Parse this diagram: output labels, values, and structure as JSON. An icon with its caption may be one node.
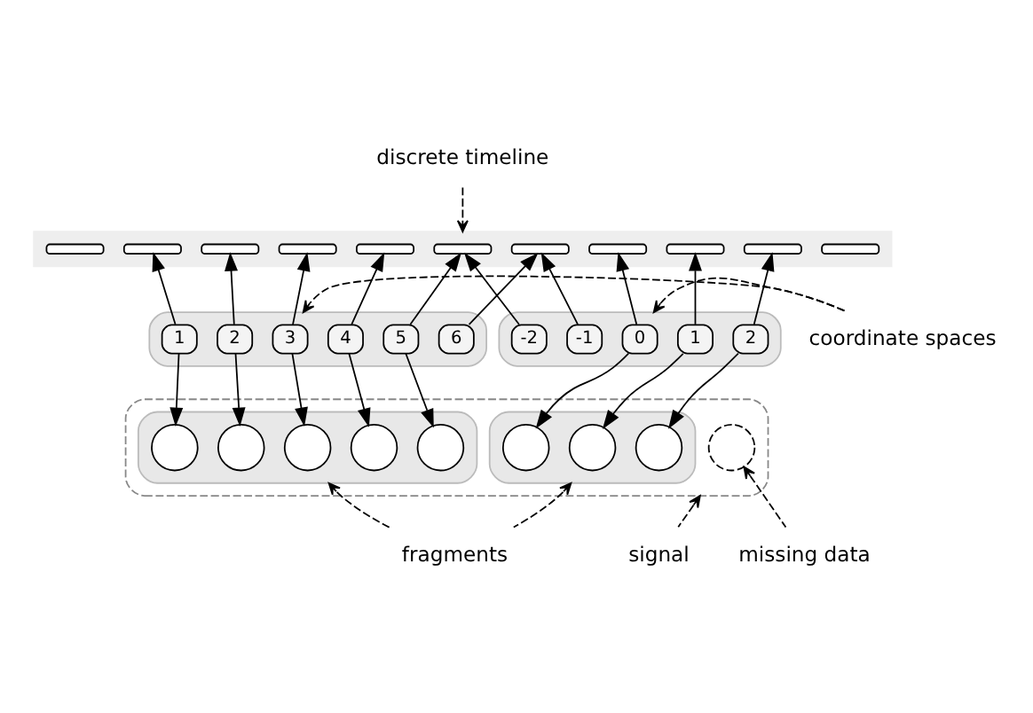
{
  "diagram": {
    "nodes": [
      {
        "text": [],
        "shape": "bar"
      },
      {
        "text": [],
        "shape": "bar",
        "in": 0
      },
      {
        "text": [],
        "shape": "bar",
        "in": 0
      },
      {
        "text": [],
        "shape": "bar",
        "in": 0
      },
      {
        "text": [],
        "shape": "bar",
        "in": 0
      },
      {
        "text": [],
        "shape": "bar",
        "in": 0
      },
      {
        "text": [],
        "shape": "bar",
        "in": 0
      },
      {
        "text": [],
        "shape": "bar",
        "in": 0
      },
      {
        "text": [],
        "shape": "bar",
        "in": 0
      },
      {
        "text": [],
        "shape": "bar",
        "in": 0
      },
      {
        "text": [],
        "shape": "bar",
        "in": 0
      },
      {
        "text": [],
        "shape": "bar",
        "in": 0
      },
      {
        "text": [],
        "shape": "box"
      },
      {
        "text": [
          "-2"
        ],
        "in": 12
      },
      {
        "text": [
          "-1"
        ],
        "in": 12
      },
      {
        "text": [
          "0"
        ],
        "in": 12
      },
      {
        "text": [
          "1"
        ],
        "in": 12
      },
      {
        "text": [
          "2"
        ],
        "in": 12
      },
      {
        "text": [],
        "shape": "box"
      },
      {
        "text": [
          "1"
        ],
        "in": 18
      },
      {
        "text": [
          "2"
        ],
        "in": 18
      },
      {
        "text": [
          "3"
        ],
        "in": 18
      },
      {
        "text": [
          "4"
        ],
        "in": 18
      },
      {
        "text": [
          "5"
        ],
        "in": 18
      },
      {
        "text": [
          "6"
        ],
        "in": 18
      },
      {
        "text": [],
        "shape": "box"
      },
      {
        "text": [],
        "shape": "box",
        "in": 25
      },
      {
        "text": [],
        "shape": "circle",
        "in": 26
      },
      {
        "text": [],
        "shape": "circle",
        "in": 26
      },
      {
        "text": [],
        "shape": "circle",
        "in": 26
      },
      {
        "text": [],
        "shape": "circle",
        "in": 26
      },
      {
        "text": [],
        "shape": "circle",
        "in": 26
      },
      {
        "text": [],
        "shape": "circle",
        "in": 25
      },
      {
        "text": [],
        "shape": "box",
        "in": 25
      },
      {
        "text": [],
        "shape": "circle",
        "in": 33
      },
      {
        "text": [],
        "shape": "circle",
        "in": 33
      },
      {
        "text": [],
        "shape": "circle",
        "in": 33
      },
      {
        "text": [
          "discrete timeline"
        ]
      },
      {
        "text": [
          "coordinate spaces"
        ]
      },
      {
        "text": [
          "signal"
        ]
      },
      {
        "text": [
          "missing data"
        ]
      },
      {
        "text": [
          "fragments"
        ]
      }
    ],
    "edges": [
      {
        "from": 19,
        "to": 2,
        "arrow": "to"
      },
      {
        "from": 20,
        "to": 3,
        "arrow": "to"
      },
      {
        "from": 21,
        "to": 4,
        "arrow": "to"
      },
      {
        "from": 22,
        "to": 5,
        "arrow": "to"
      },
      {
        "from": 23,
        "to": 6,
        "arrow": "to"
      },
      {
        "from": 24,
        "to": 7,
        "arrow": "to"
      },
      {
        "from": 13,
        "to": 6,
        "arrow": "to"
      },
      {
        "from": 14,
        "to": 7,
        "arrow": "to"
      },
      {
        "from": 15,
        "to": 8,
        "arrow": "to"
      },
      {
        "from": 16,
        "to": 9,
        "arrow": "to"
      },
      {
        "from": 17,
        "to": 10,
        "arrow": "to"
      },
      {
        "from": 19,
        "to": 27,
        "arrow": "to"
      },
      {
        "from": 20,
        "to": 28,
        "arrow": "to"
      },
      {
        "from": 21,
        "to": 29,
        "arrow": "to"
      },
      {
        "from": 22,
        "to": 30,
        "arrow": "to"
      },
      {
        "from": 23,
        "to": 31,
        "arrow": "to"
      },
      {
        "from": 15,
        "to": 34,
        "arrow": "to"
      },
      {
        "from": 16,
        "to": 35,
        "arrow": "to"
      },
      {
        "from": 17,
        "to": 36,
        "arrow": "to"
      },
      {
        "from": 37,
        "to": 0,
        "arrow": "to",
        "style": "dashed"
      },
      {
        "from": 38,
        "to": 18,
        "arrow": "to",
        "style": "dashed"
      },
      {
        "from": 38,
        "to": 12,
        "arrow": "to",
        "style": "dashed"
      },
      {
        "from": 39,
        "to": 25,
        "arrow": "to",
        "style": "dashed"
      },
      {
        "from": 40,
        "to": 32,
        "arrow": "to",
        "style": "dashed"
      },
      {
        "from": 41,
        "to": 26,
        "arrow": "to",
        "style": "dashed"
      },
      {
        "from": 41,
        "to": 33,
        "arrow": "to",
        "style": "dashed"
      }
    ]
  }
}
